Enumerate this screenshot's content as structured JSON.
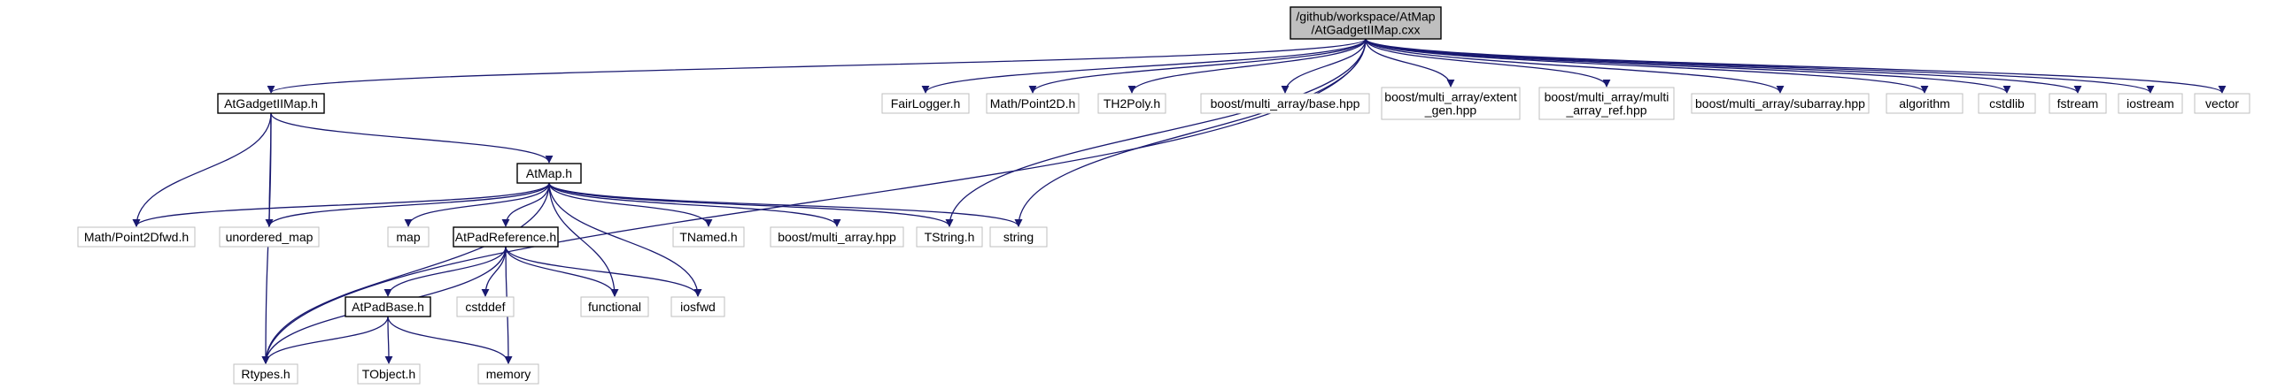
{
  "diagram": {
    "colors": {
      "root_fill": "#bfbfbf",
      "local_border": "#000000",
      "external_border": "#bfbfbf",
      "edge": "#191970",
      "text": "#000000"
    },
    "nodes": [
      {
        "id": "root",
        "kind": "root",
        "lines": [
          "/github/workspace/AtMap",
          "/AtGadgetIIMap.cxx"
        ]
      },
      {
        "id": "atgadget_h",
        "kind": "local",
        "lines": [
          "AtGadgetIIMap.h"
        ]
      },
      {
        "id": "fairlogger",
        "kind": "external",
        "lines": [
          "FairLogger.h"
        ]
      },
      {
        "id": "point2d",
        "kind": "external",
        "lines": [
          "Math/Point2D.h"
        ]
      },
      {
        "id": "th2poly",
        "kind": "external",
        "lines": [
          "TH2Poly.h"
        ]
      },
      {
        "id": "ma_base",
        "kind": "external",
        "lines": [
          "boost/multi_array/base.hpp"
        ]
      },
      {
        "id": "ma_extent",
        "kind": "external",
        "lines": [
          "boost/multi_array/extent",
          "_gen.hpp"
        ]
      },
      {
        "id": "ma_ref",
        "kind": "external",
        "lines": [
          "boost/multi_array/multi",
          "_array_ref.hpp"
        ]
      },
      {
        "id": "ma_sub",
        "kind": "external",
        "lines": [
          "boost/multi_array/subarray.hpp"
        ]
      },
      {
        "id": "algorithm",
        "kind": "external",
        "lines": [
          "algorithm"
        ]
      },
      {
        "id": "cstdlib",
        "kind": "external",
        "lines": [
          "cstdlib"
        ]
      },
      {
        "id": "fstream",
        "kind": "external",
        "lines": [
          "fstream"
        ]
      },
      {
        "id": "iostream",
        "kind": "external",
        "lines": [
          "iostream"
        ]
      },
      {
        "id": "vector",
        "kind": "external",
        "lines": [
          "vector"
        ]
      },
      {
        "id": "atmap_h",
        "kind": "local",
        "lines": [
          "AtMap.h"
        ]
      },
      {
        "id": "p2dfwd",
        "kind": "external",
        "lines": [
          "Math/Point2Dfwd.h"
        ]
      },
      {
        "id": "umap",
        "kind": "external",
        "lines": [
          "unordered_map"
        ]
      },
      {
        "id": "map",
        "kind": "external",
        "lines": [
          "map"
        ]
      },
      {
        "id": "padref",
        "kind": "local",
        "lines": [
          "AtPadReference.h"
        ]
      },
      {
        "id": "tnamed",
        "kind": "external",
        "lines": [
          "TNamed.h"
        ]
      },
      {
        "id": "ma_hpp",
        "kind": "external",
        "lines": [
          "boost/multi_array.hpp"
        ]
      },
      {
        "id": "tstring",
        "kind": "external",
        "lines": [
          "TString.h"
        ]
      },
      {
        "id": "string",
        "kind": "external",
        "lines": [
          "string"
        ]
      },
      {
        "id": "padbase",
        "kind": "local",
        "lines": [
          "AtPadBase.h"
        ]
      },
      {
        "id": "cstddef",
        "kind": "external",
        "lines": [
          "cstddef"
        ]
      },
      {
        "id": "functional",
        "kind": "external",
        "lines": [
          "functional"
        ]
      },
      {
        "id": "iosfwd",
        "kind": "external",
        "lines": [
          "iosfwd"
        ]
      },
      {
        "id": "rtypes",
        "kind": "external",
        "lines": [
          "Rtypes.h"
        ]
      },
      {
        "id": "tobject",
        "kind": "external",
        "lines": [
          "TObject.h"
        ]
      },
      {
        "id": "memory",
        "kind": "external",
        "lines": [
          "memory"
        ]
      }
    ],
    "edges": [
      [
        "root",
        "atgadget_h"
      ],
      [
        "root",
        "fairlogger"
      ],
      [
        "root",
        "point2d"
      ],
      [
        "root",
        "th2poly"
      ],
      [
        "root",
        "ma_base"
      ],
      [
        "root",
        "ma_extent"
      ],
      [
        "root",
        "ma_ref"
      ],
      [
        "root",
        "ma_sub"
      ],
      [
        "root",
        "algorithm"
      ],
      [
        "root",
        "cstdlib"
      ],
      [
        "root",
        "fstream"
      ],
      [
        "root",
        "iostream"
      ],
      [
        "root",
        "vector"
      ],
      [
        "root",
        "rtypes"
      ],
      [
        "root",
        "tstring"
      ],
      [
        "root",
        "string"
      ],
      [
        "atgadget_h",
        "atmap_h"
      ],
      [
        "atgadget_h",
        "p2dfwd"
      ],
      [
        "atgadget_h",
        "umap"
      ],
      [
        "atgadget_h",
        "rtypes"
      ],
      [
        "atmap_h",
        "p2dfwd"
      ],
      [
        "atmap_h",
        "umap"
      ],
      [
        "atmap_h",
        "map"
      ],
      [
        "atmap_h",
        "padref"
      ],
      [
        "atmap_h",
        "tnamed"
      ],
      [
        "atmap_h",
        "ma_hpp"
      ],
      [
        "atmap_h",
        "tstring"
      ],
      [
        "atmap_h",
        "string"
      ],
      [
        "atmap_h",
        "functional"
      ],
      [
        "atmap_h",
        "iosfwd"
      ],
      [
        "atmap_h",
        "rtypes"
      ],
      [
        "padref",
        "padbase"
      ],
      [
        "padref",
        "cstddef"
      ],
      [
        "padref",
        "functional"
      ],
      [
        "padref",
        "iosfwd"
      ],
      [
        "padref",
        "rtypes"
      ],
      [
        "padref",
        "memory"
      ],
      [
        "padbase",
        "rtypes"
      ],
      [
        "padbase",
        "tobject"
      ],
      [
        "padbase",
        "memory"
      ]
    ]
  }
}
